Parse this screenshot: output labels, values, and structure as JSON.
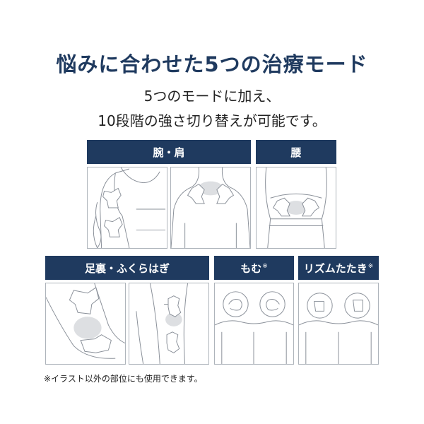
{
  "title": "悩みに合わせた5つの治療モード",
  "subtitle_line1": "5つのモードに加え、",
  "subtitle_line2": "10段階の強さ切り替えが可能です。",
  "modes": {
    "arm_shoulder": {
      "label": "腕・肩",
      "mark": ""
    },
    "waist": {
      "label": "腰",
      "mark": ""
    },
    "foot_calf": {
      "label": "足裏・ふくらはぎ",
      "mark": ""
    },
    "momu": {
      "label": "もむ",
      "mark": "※"
    },
    "rhythm_tataki": {
      "label": "リズムたたき",
      "mark": "※"
    }
  },
  "footnote": "※イラスト以外の部位にも使用できます。",
  "colors": {
    "header_bg": "#1f3a5f",
    "title_text": "#1f3a5f",
    "panel_border": "#aeb4bb",
    "line_art": "#8a9099"
  }
}
